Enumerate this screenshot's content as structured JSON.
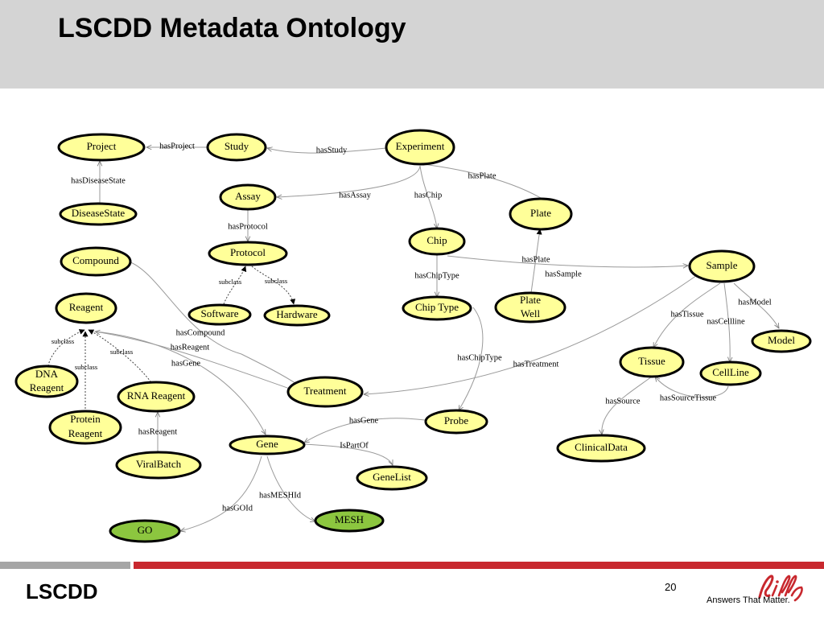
{
  "slide": {
    "title": "LSCDD Metadata Ontology",
    "footer_brand": "LSCDD",
    "page_number": "20",
    "logo_text": "Lilly",
    "tagline": "Answers That Matter.",
    "colors": {
      "header_bg": "#d4d4d4",
      "node_fill": "#ffff99",
      "node_fill_green": "#8cc63f",
      "bar_red": "#c8282e",
      "bar_gray": "#a6a6a6",
      "logo_red": "#c8282e"
    }
  },
  "nodes": {
    "project": "Project",
    "study": "Study",
    "experiment": "Experiment",
    "disease_state": "DiseaseState",
    "assay": "Assay",
    "plate": "Plate",
    "protocol": "Protocol",
    "chip": "Chip",
    "compound": "Compound",
    "sample": "Sample",
    "reagent": "Reagent",
    "software": "Software",
    "hardware": "Hardware",
    "chip_type": "Chip Type",
    "plate_well_1": "Plate",
    "plate_well_2": "Well",
    "model": "Model",
    "tissue": "Tissue",
    "cellline": "CellLine",
    "dna_reagent_1": "DNA",
    "dna_reagent_2": "Reagent",
    "rna_reagent": "RNA Reagent",
    "treatment": "Treatment",
    "protein_reagent_1": "Protein",
    "protein_reagent_2": "Reagent",
    "probe": "Probe",
    "clinical_data": "ClinicalData",
    "gene": "Gene",
    "viral_batch": "ViralBatch",
    "gene_list": "GeneList",
    "mesh": "MESH",
    "go": "GO"
  },
  "edges": {
    "has_project": "hasProject",
    "has_study": "hasStudy",
    "has_plate_exp": "hasPlate",
    "has_disease_state": "hasDiseaseState",
    "has_assay": "hasAssay",
    "has_chip": "hasChip",
    "has_protocol": "hasProtocol",
    "subclass_software": "subclass",
    "subclass_hardware": "subclass",
    "has_plate_well": "hasPlate",
    "has_chip_type": "hasChipType",
    "has_sample": "hasSample",
    "has_model": "hasModel",
    "has_tissue": "hasTissue",
    "has_cellline": "nasCellline",
    "has_compound": "hasCompound",
    "has_reagent_treatment": "hasReagent",
    "has_gene_treatment": "hasGene",
    "subclass_dna": "subclass",
    "subclass_rna": "subclass",
    "subclass_protein": "subclass",
    "has_chip_type_probe": "hasChipType",
    "has_treatment": "hasTreatment",
    "has_source": "hasSource",
    "has_source_tissue": "hasSourceTissue",
    "has_gene_probe": "hasGene",
    "has_reagent_viral": "hasReagent",
    "is_part_of": "IsPartOf",
    "has_mesh_id": "hasMESHId",
    "has_go_id": "hasGOId"
  }
}
